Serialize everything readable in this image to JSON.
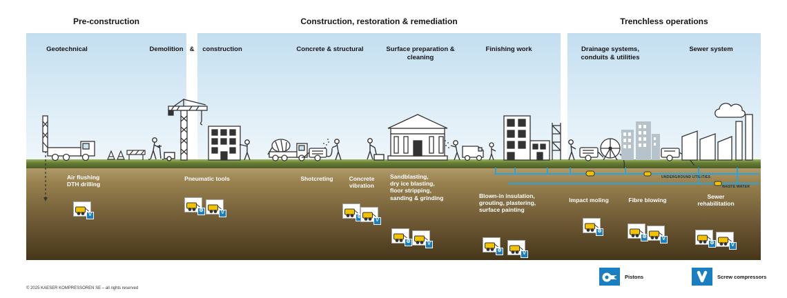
{
  "page": {
    "copyright": "© 2025 KAESER KOMPRESSOREN SE – all rights reserved"
  },
  "sections": [
    {
      "title": "Pre-construction"
    },
    {
      "title": "Construction, restoration & remediation"
    },
    {
      "title": "Trenchless operations"
    }
  ],
  "columns": [
    {
      "label": "Geotechnical"
    },
    {
      "label": "Demolition"
    },
    {
      "label": "&"
    },
    {
      "label": "construction"
    },
    {
      "label": "Concrete & structural"
    },
    {
      "label": "Surface preparation &\ncleaning"
    },
    {
      "label": "Finishing work"
    },
    {
      "label": "Drainage systems,\nconduits & utilities"
    },
    {
      "label": "Sewer system"
    }
  ],
  "applications": [
    {
      "label": "Air flushing\nDTH drilling"
    },
    {
      "label": "Pneumatic tools"
    },
    {
      "label": "Shotcreting"
    },
    {
      "label": "Concrete\nvibration"
    },
    {
      "label": "Sandblasting,\ndry ice blasting,\nfloor stripping,\nsanding & grinding"
    },
    {
      "label": "Blown-in insulation,\ngrouting, plastering,\nsurface painting"
    },
    {
      "label": "Impact moling"
    },
    {
      "label": "Fibre blowing"
    },
    {
      "label": "Sewer\nrehabilitation"
    }
  ],
  "underground": {
    "utilities_label": "UNDERGROUND UTILITIES",
    "waste_water_label": "WASTE WATER"
  },
  "legend": {
    "items": [
      {
        "label": "Pistons",
        "icon": "piston-icon"
      },
      {
        "label": "Screw compressors",
        "icon": "screw-compressor-icon"
      }
    ]
  },
  "icons": {
    "piston_glyph": "⚙",
    "screw_glyph": "V"
  },
  "machine_thumbnails": [
    {
      "application": "Air flushing DTH drilling",
      "compressor_type": "screw"
    },
    {
      "application": "Pneumatic tools",
      "compressor_type": "piston"
    },
    {
      "application": "Pneumatic tools",
      "compressor_type": "screw"
    },
    {
      "application": "Shotcreting",
      "compressor_type": "piston"
    },
    {
      "application": "Concrete vibration",
      "compressor_type": "screw"
    },
    {
      "application": "Sandblasting, dry ice blasting, floor stripping, sanding & grinding",
      "compressor_type": "piston"
    },
    {
      "application": "Sandblasting, dry ice blasting, floor stripping, sanding & grinding",
      "compressor_type": "screw"
    },
    {
      "application": "Blown-in insulation, grouting, plastering, surface painting",
      "compressor_type": "piston"
    },
    {
      "application": "Blown-in insulation, grouting, plastering, surface painting",
      "compressor_type": "screw"
    },
    {
      "application": "Impact moling",
      "compressor_type": "piston"
    },
    {
      "application": "Fibre blowing",
      "compressor_type": "piston"
    },
    {
      "application": "Fibre blowing",
      "compressor_type": "screw"
    },
    {
      "application": "Sewer rehabilitation",
      "compressor_type": "piston"
    },
    {
      "application": "Sewer rehabilitation",
      "compressor_type": "screw"
    }
  ],
  "colors": {
    "accent_blue": "#29a3dc",
    "brand_yellow": "#f2c200",
    "legend_blue": "#1a7fc0",
    "earth_brown": "#8f784a",
    "grass_green": "#687d36",
    "sky_blue": "#c3def0"
  }
}
